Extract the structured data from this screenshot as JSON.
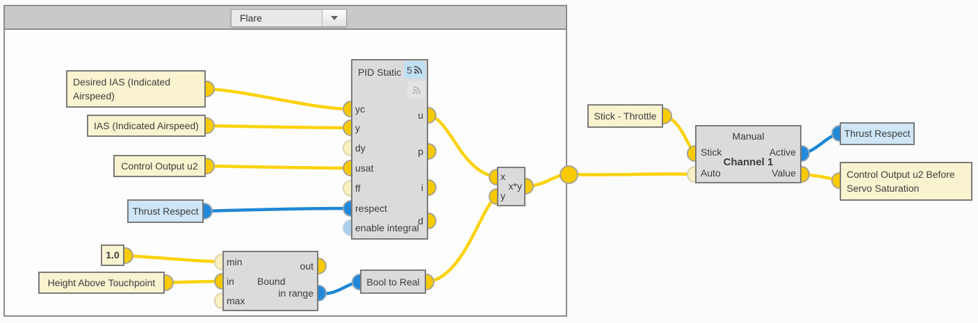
{
  "colors": {
    "wire_yellow": "#FCD20B",
    "wire_blue": "#1E87D5",
    "port_gold": "#F8CA02",
    "port_pale_gold": "#FAF0C2",
    "port_blue": "#2289DA",
    "port_pale_blue": "#A9CFEC",
    "source_box_fill": "#FAF3D0",
    "bool_box_fill": "#CEE6F7",
    "block_fill": "#DBDBDB",
    "titlebar_fill": "#C9C9C9"
  },
  "group": {
    "dropdown_value": "Flare"
  },
  "sources": {
    "desired_ias": "Desired IAS (Indicated Airspeed)",
    "ias": "IAS (Indicated Airspeed)",
    "control_u2": "Control Output u2",
    "thrust_respect": "Thrust Respect",
    "const_one": "1.0",
    "height_above_touchpoint": "Height Above Touchpoint",
    "stick_throttle": "Stick - Throttle"
  },
  "pid": {
    "title": "PID Static",
    "publish_badge": "5",
    "inputs": [
      "yc",
      "y",
      "dy",
      "usat",
      "ff",
      "respect",
      "enable integral"
    ],
    "outputs": [
      "u",
      "p",
      "i",
      "d"
    ]
  },
  "bound": {
    "title": "Bound",
    "inputs": [
      "min",
      "in",
      "max"
    ],
    "outputs": [
      "out",
      "in range"
    ]
  },
  "bool_to_real": {
    "title": "Bool to Real"
  },
  "multiply": {
    "title": "x*y",
    "inputs": [
      "x",
      "y"
    ]
  },
  "manual": {
    "title": "Manual",
    "subtitle": "Channel 1",
    "inputs": [
      "Stick",
      "Auto"
    ],
    "outputs": [
      "Active",
      "Value"
    ]
  },
  "sinks": {
    "thrust_respect": "Thrust Respect",
    "control_u2_before": "Control Output u2 Before Servo Saturation"
  }
}
